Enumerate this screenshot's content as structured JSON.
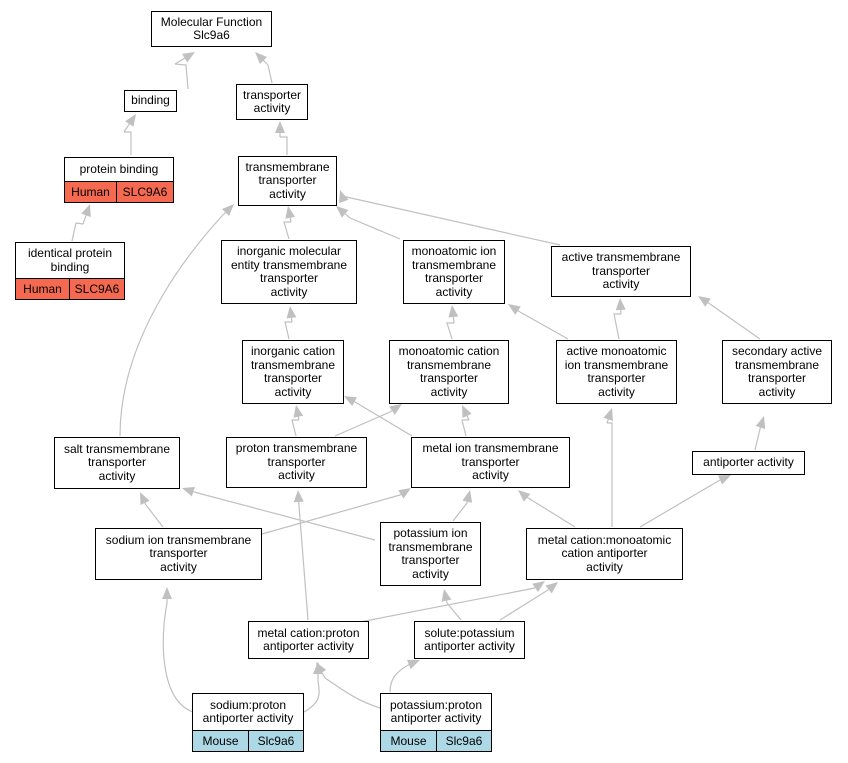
{
  "nodes": {
    "mf": "Molecular Function\nSlc9a6",
    "binding": "binding",
    "transporter": "transporter\nactivity",
    "protein_binding": "protein binding",
    "tm_transporter": "transmembrane\ntransporter\nactivity",
    "identical_protein": "identical protein\nbinding",
    "inorganic_mol": "inorganic molecular\nentity transmembrane\ntransporter\nactivity",
    "monoatomic_ion": "monoatomic ion\ntransmembrane\ntransporter\nactivity",
    "active_tm": "active transmembrane\ntransporter\nactivity",
    "inorganic_cation": "inorganic cation\ntransmembrane\ntransporter\nactivity",
    "monoatomic_cation": "monoatomic cation\ntransmembrane\ntransporter\nactivity",
    "active_monoatomic": "active monoatomic\nion transmembrane\ntransporter\nactivity",
    "secondary_active": "secondary active\ntransmembrane\ntransporter\nactivity",
    "salt_tm": "salt transmembrane\ntransporter\nactivity",
    "proton_tm": "proton transmembrane\ntransporter\nactivity",
    "metal_ion_tm": "metal ion transmembrane\ntransporter\nactivity",
    "antiporter": "antiporter activity",
    "sodium_ion_tm": "sodium ion transmembrane\ntransporter\nactivity",
    "potassium_ion_tm": "potassium ion\ntransmembrane\ntransporter\nactivity",
    "metal_cation_monoatomic": "metal cation:monoatomic\ncation antiporter\nactivity",
    "metal_cation_proton": "metal cation:proton\nantiporter activity",
    "solute_potassium": "solute:potassium\nantiporter activity",
    "sodium_proton": "sodium:proton\nantiporter activity",
    "potassium_proton": "potassium:proton\nantiporter activity"
  },
  "annotations": {
    "human_species": "Human",
    "human_gene": "SLC9A6",
    "mouse_species": "Mouse",
    "mouse_gene": "Slc9a6"
  },
  "colors": {
    "human_fill": "#f4694f",
    "mouse_fill": "#add8e6",
    "edge": "#c0c0c0"
  }
}
